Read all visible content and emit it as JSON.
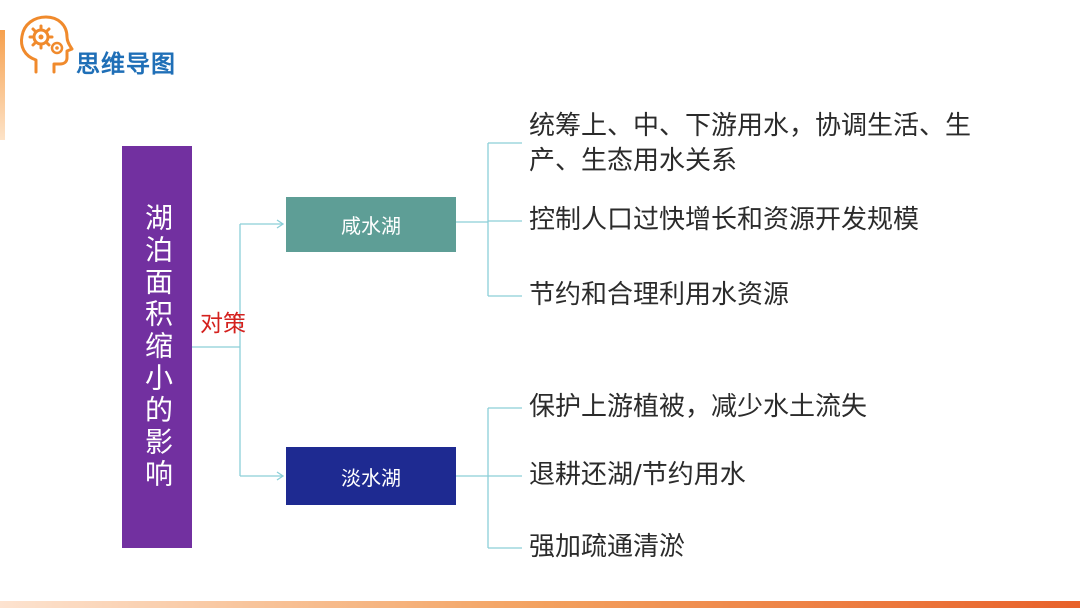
{
  "header": {
    "title": "思维导图",
    "logo_icon": "head-gears-icon"
  },
  "diagram": {
    "root": "湖泊面积缩小的影响",
    "relation": "对策",
    "branches": [
      {
        "label": "咸水湖",
        "color": "#5e9e96",
        "measures": [
          "统筹上、中、下游用水，协调生活、生产、生态用水关系",
          "控制人口过快增长和资源开发规模",
          "节约和合理利用水资源"
        ]
      },
      {
        "label": "淡水湖",
        "color": "#1e2a91",
        "measures": [
          "保护上游植被，减少水土流失",
          "退耕还湖/节约用水",
          "强加疏通清淤"
        ]
      }
    ]
  }
}
